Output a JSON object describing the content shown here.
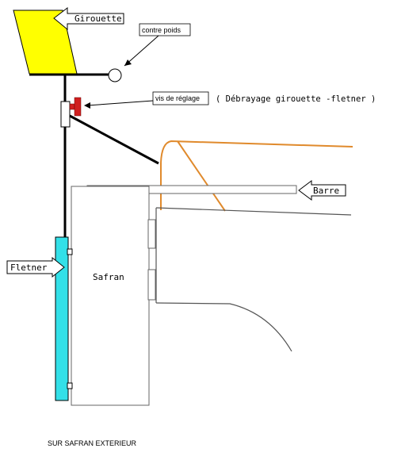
{
  "labels": {
    "girouette": "Girouette",
    "contre_poids": "contre poids",
    "vis_reglage": "vis de réglage",
    "debrayage": "( Débrayage girouette -fletner )",
    "barre": "Barre",
    "fletner": "Fletner",
    "safran": "Safran",
    "footer": "SUR SAFRAN EXTERIEUR"
  },
  "colors": {
    "vane_fill": "#ffff00",
    "fletner_fill": "#33e0e8",
    "screw_fill": "#d02020",
    "orange_line": "#e08a2c",
    "stroke": "#000000",
    "gray_line": "#555555"
  },
  "icons": {
    "callout": "arrow-callout-icon",
    "screw": "adjustment-screw-icon",
    "counterweight": "counterweight-circle-icon"
  }
}
